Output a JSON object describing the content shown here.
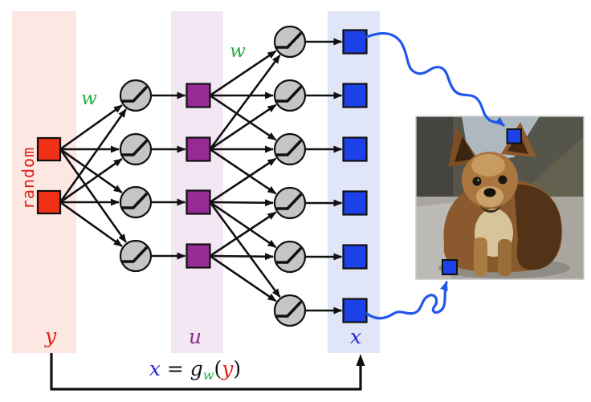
{
  "labels": {
    "random": "random",
    "w_input": "w",
    "w_hidden": "w",
    "y_band": "y",
    "u_band": "u",
    "x_band": "x"
  },
  "formula": {
    "lhs": "x",
    "equals": "=",
    "func": "g",
    "sub": "w",
    "open": "(",
    "arg": "y",
    "close": ")"
  },
  "colors": {
    "red_fill": "#f23018",
    "red_text": "#dd2418",
    "pink_band": "#fce7e3",
    "purple_fill": "#962b96",
    "purple_text": "#8c2b8c",
    "purple_band": "#f3e7f3",
    "blue_fill": "#1d41e8",
    "blue_text": "#2a2ad0",
    "blue_band": "#e0e6f8",
    "green_text": "#1fae3e",
    "node_fill": "#c5c5c5",
    "edge_color": "#111111",
    "wavy_arrow": "#2156ee"
  },
  "network": {
    "layers": [
      {
        "id": "y-input-random",
        "node_type": "square",
        "color": "red",
        "count": 2
      },
      {
        "id": "activation-layer-1",
        "node_type": "activation-circle",
        "count": 4
      },
      {
        "id": "u-hidden",
        "node_type": "square",
        "color": "purple",
        "count": 4
      },
      {
        "id": "activation-layer-2",
        "node_type": "activation-circle",
        "count": 6
      },
      {
        "id": "x-output",
        "node_type": "square",
        "color": "blue",
        "count": 6
      }
    ],
    "edges": {
      "input_to_act1": [
        [
          0,
          0
        ],
        [
          0,
          1
        ],
        [
          0,
          2
        ],
        [
          0,
          3
        ],
        [
          1,
          0
        ],
        [
          1,
          1
        ],
        [
          1,
          2
        ],
        [
          1,
          3
        ]
      ],
      "act1_to_u": [
        [
          0,
          0
        ],
        [
          1,
          1
        ],
        [
          2,
          2
        ],
        [
          3,
          3
        ]
      ],
      "u_to_act2": [
        [
          0,
          0
        ],
        [
          0,
          1
        ],
        [
          0,
          2
        ],
        [
          1,
          0
        ],
        [
          1,
          1
        ],
        [
          1,
          2
        ],
        [
          1,
          3
        ],
        [
          2,
          2
        ],
        [
          2,
          3
        ],
        [
          2,
          4
        ],
        [
          2,
          5
        ],
        [
          3,
          3
        ],
        [
          3,
          4
        ],
        [
          3,
          5
        ]
      ],
      "act2_to_x": [
        [
          0,
          0
        ],
        [
          1,
          1
        ],
        [
          2,
          2
        ],
        [
          3,
          3
        ],
        [
          4,
          4
        ],
        [
          5,
          5
        ]
      ]
    }
  },
  "photo": {
    "alt": "terrier dog sitting on gray carpet",
    "marker_count": 2
  }
}
